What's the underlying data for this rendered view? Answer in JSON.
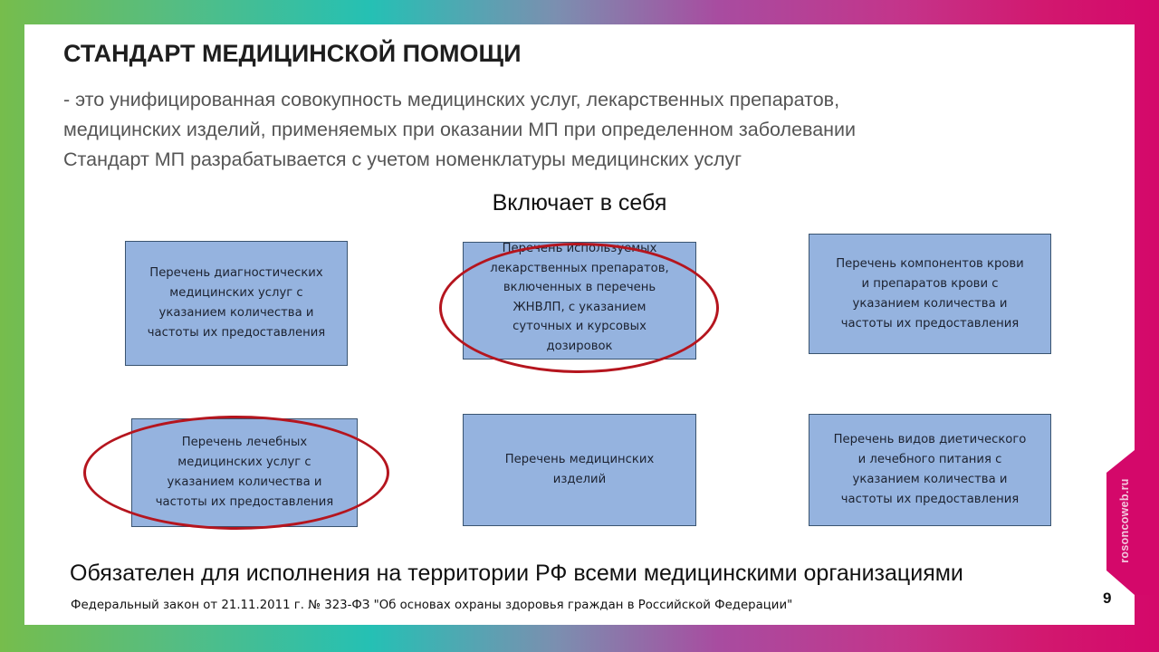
{
  "slide": {
    "title": "СТАНДАРТ МЕДИЦИНСКОЙ ПОМОЩИ",
    "definition_lines": [
      "- это унифицированная совокупность медицинских услуг, лекарственных препаратов,",
      "медицинских изделий, применяемых при оказании МП при определенном заболевании",
      "Стандарт МП разрабатывается с учетом номенклатуры медицинских услуг"
    ],
    "includes_heading": "Включает в себя",
    "boxes": [
      {
        "lines": [
          "Перечень диагностических",
          "медицинских услуг с",
          "указанием количества и",
          "частоты их предоставления"
        ],
        "highlighted": false
      },
      {
        "lines": [
          "Перечень используемых",
          "лекарственных препаратов,",
          "включенных в перечень",
          "ЖНВЛП, с указанием",
          "суточных и курсовых",
          "дозировок"
        ],
        "highlighted": true
      },
      {
        "lines": [
          "Перечень компонентов крови",
          "и препаратов крови с",
          "указанием количества и",
          "частоты их предоставления"
        ],
        "highlighted": false
      },
      {
        "lines": [
          "Перечень лечебных",
          "медицинских услуг с",
          "указанием количества и",
          "частоты их предоставления"
        ],
        "highlighted": true
      },
      {
        "lines": [
          "Перечень медицинских",
          "изделий"
        ],
        "highlighted": false
      },
      {
        "lines": [
          "Перечень видов диетического",
          "и лечебного питания с",
          "указанием количества и",
          "частоты их предоставления"
        ],
        "highlighted": false
      }
    ],
    "mandatory_text": "Обязателен для исполнения на территории РФ всеми медицинскими организациями",
    "law_reference": "Федеральный закон от 21.11.2011 г. № 323-ФЗ \"Об основах охраны здоровья граждан в Российской Федерации\"",
    "page_number": "9",
    "brand_tab_text": "rosoncoweb.ru"
  },
  "colors": {
    "box_fill": "#95b3df",
    "box_border": "#3a5470",
    "highlight_ellipse": "#b5151e",
    "brand_pink": "#d4086a",
    "gradient_start": "#76bd4c",
    "gradient_mid": "#25c0b4",
    "gradient_end": "#d4086a"
  }
}
